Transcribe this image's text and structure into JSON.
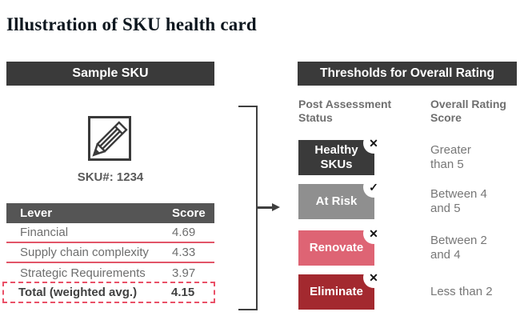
{
  "title": "Illustration of SKU health card",
  "icons": {
    "pencil": "pencil-icon",
    "x_mark": "✕",
    "check_mark": "✓"
  },
  "colors": {
    "dark_bar": "#3a3a3a",
    "table_header_bg": "#555555",
    "accent_line": "#e25568",
    "dashed_border": "#ea5168",
    "healthy_bg": "#3a3a3a",
    "at_risk_bg": "#8f8f8f",
    "renovate_bg": "#de6474",
    "eliminate_bg": "#a3292f"
  },
  "sample_card": {
    "header": "Sample SKU",
    "sku_number": "SKU#: 1234",
    "table": {
      "col_lever": "Lever",
      "col_score": "Score",
      "rows": [
        {
          "lever": "Financial",
          "score": "4.69"
        },
        {
          "lever": "Supply chain complexity",
          "score": "4.33"
        },
        {
          "lever": "Strategic Requirements",
          "score": "3.97"
        }
      ],
      "total": {
        "lever": "Total (weighted avg.)",
        "score": "4.15"
      }
    }
  },
  "thresholds": {
    "header": "Thresholds for Overall Rating",
    "status_col": {
      "line1": "Post Assessment",
      "line2": "Status"
    },
    "score_col": {
      "line1": "Overall Rating",
      "line2": "Score"
    },
    "rows": [
      {
        "label_line1": "Healthy",
        "label_line2": "SKUs",
        "mark": "✕",
        "bg": "#3a3a3a",
        "score_line1": "Greater",
        "score_line2": "than 5"
      },
      {
        "label_line1": "At Risk",
        "mark": "✓",
        "bg": "#8f8f8f",
        "score_line1": "Between 4",
        "score_line2": "and 5"
      },
      {
        "label_line1": "Renovate",
        "mark": "✕",
        "bg": "#de6474",
        "score_line1": "Between 2",
        "score_line2": "and 4"
      },
      {
        "label_line1": "Eliminate",
        "mark": "✕",
        "bg": "#a3292f",
        "score_line1": "Less than 2"
      }
    ]
  }
}
